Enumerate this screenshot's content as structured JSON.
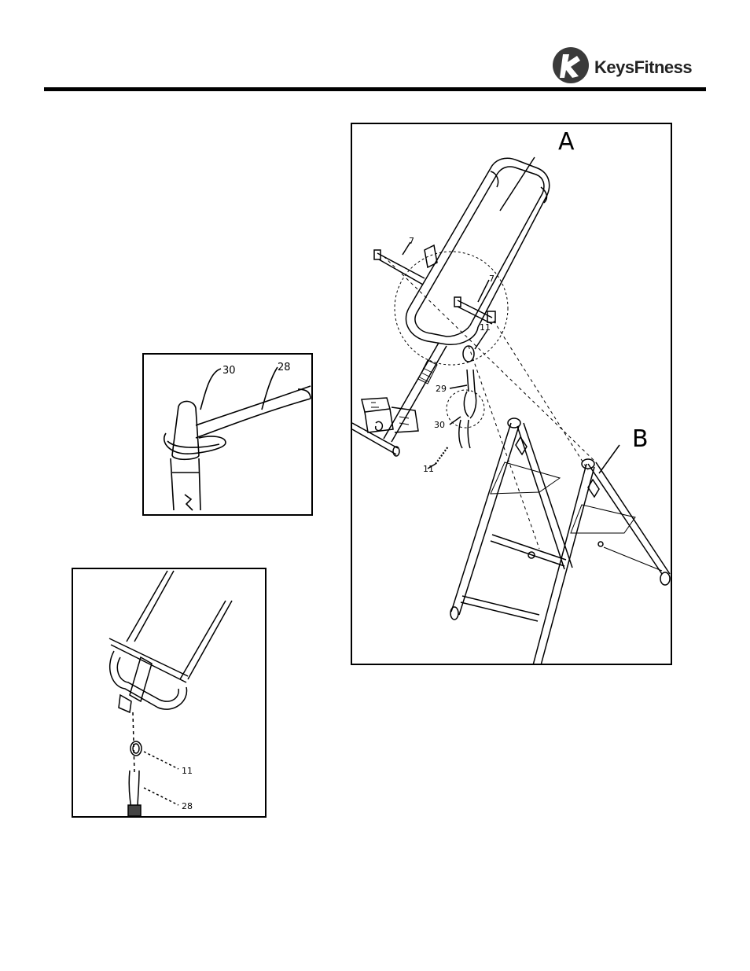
{
  "header": {
    "logo_text_a": "Keys",
    "logo_text_b": "Fitness"
  },
  "detail_strap": {
    "callouts": [
      "30",
      "28"
    ]
  },
  "detail_bracket": {
    "callouts": [
      "11",
      "28"
    ]
  },
  "main_diagram": {
    "view_labels": [
      "A",
      "B"
    ],
    "callouts": [
      "7",
      "7",
      "11",
      "29",
      "30",
      "11"
    ]
  }
}
